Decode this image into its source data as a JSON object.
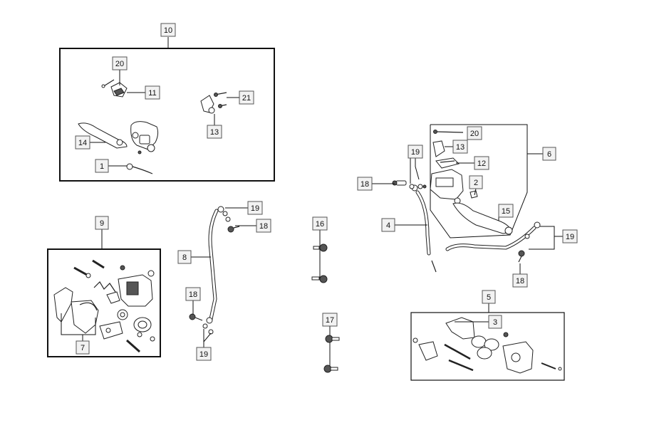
{
  "callouts": {
    "c10": "10",
    "c20a": "20",
    "c11": "11",
    "c21": "21",
    "c14": "14",
    "c13a": "13",
    "c1": "1",
    "c9": "9",
    "c7": "7",
    "c8": "8",
    "c19a": "19",
    "c18a": "18",
    "c18b": "18",
    "c19b": "19",
    "c16": "16",
    "c17": "17",
    "c20b": "20",
    "c13b": "13",
    "c12": "12",
    "c6": "6",
    "c19c": "19",
    "c18c": "18",
    "c2": "2",
    "c4": "4",
    "c15": "15",
    "c19d": "19",
    "c18d": "18",
    "c5": "5",
    "c3": "3"
  },
  "colors": {
    "line": "#111111",
    "tag_fill": "#f2f2f2",
    "tag_border": "#555555"
  }
}
